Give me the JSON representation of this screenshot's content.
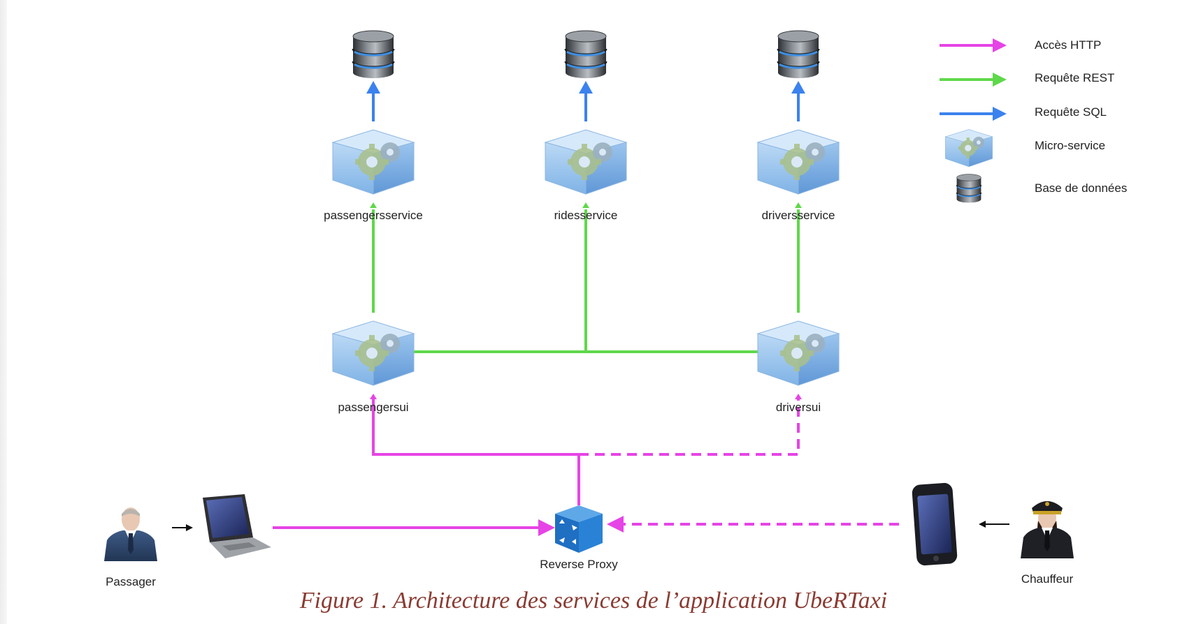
{
  "nodes": {
    "passengers_service": "passengersservice",
    "rides_service": "ridesservice",
    "drivers_service": "driversservice",
    "passengers_ui": "passengersui",
    "drivers_ui": "driversui",
    "reverse_proxy": "Reverse Proxy",
    "passenger": "Passager",
    "driver": "Chauffeur"
  },
  "legend": {
    "http": "Accès HTTP",
    "rest": "Requête REST",
    "sql": "Requête SQL",
    "microservice": "Micro-service",
    "database": "Base de données"
  },
  "colors": {
    "http": "#e644e6",
    "rest": "#5fd84a",
    "sql": "#3b82ee",
    "caption": "#8a3b32"
  },
  "caption": "Figure 1. Architecture des services de l’application UbeRTaxi"
}
